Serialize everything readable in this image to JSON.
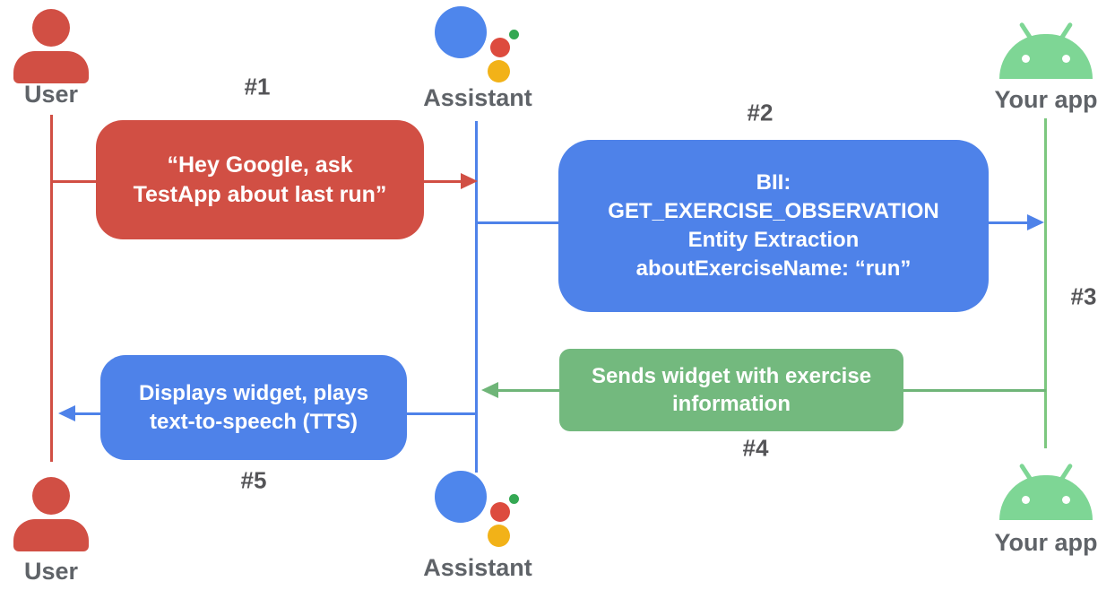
{
  "diagram": {
    "actors": {
      "user_top": {
        "label": "User",
        "icon": "user-icon"
      },
      "assistant_top": {
        "label": "Assistant",
        "icon": "assistant-logo-icon"
      },
      "app_top": {
        "label": "Your app",
        "icon": "android-icon"
      },
      "user_bottom": {
        "label": "User",
        "icon": "user-icon"
      },
      "assistant_bottom": {
        "label": "Assistant",
        "icon": "assistant-logo-icon"
      },
      "app_bottom": {
        "label": "Your app",
        "icon": "android-icon"
      }
    },
    "steps": {
      "s1": {
        "number": "#1",
        "text": "“Hey Google, ask\nTestApp about last run”",
        "from": "User",
        "to": "Assistant"
      },
      "s2": {
        "number": "#2",
        "text": "BII:\nGET_EXERCISE_OBSERVATION\nEntity Extraction\naboutExerciseName: “run”",
        "from": "Assistant",
        "to": "Your app"
      },
      "s3": {
        "number": "#3",
        "text": "",
        "from": "Your app",
        "to": "Your app"
      },
      "s4": {
        "number": "#4",
        "text": "Sends widget with exercise\ninformation",
        "from": "Your app",
        "to": "Assistant"
      },
      "s5": {
        "number": "#5",
        "text": "Displays widget, plays\ntext-to-speech (TTS)",
        "from": "Assistant",
        "to": "User"
      }
    },
    "colors": {
      "red": "#d14f44",
      "blue": "#4e82e9",
      "green_box": "#73b97e",
      "green_line": "#7cc77f",
      "android_green": "#7ed695",
      "assistant_blue": "#4e86ec",
      "assistant_red": "#dd4b3e",
      "assistant_yellow": "#f2b218",
      "assistant_green": "#34a853",
      "label_gray": "#5f6368",
      "step_label_gray": "#545457",
      "box_text": "#ffffff",
      "background": "#ffffff"
    }
  }
}
